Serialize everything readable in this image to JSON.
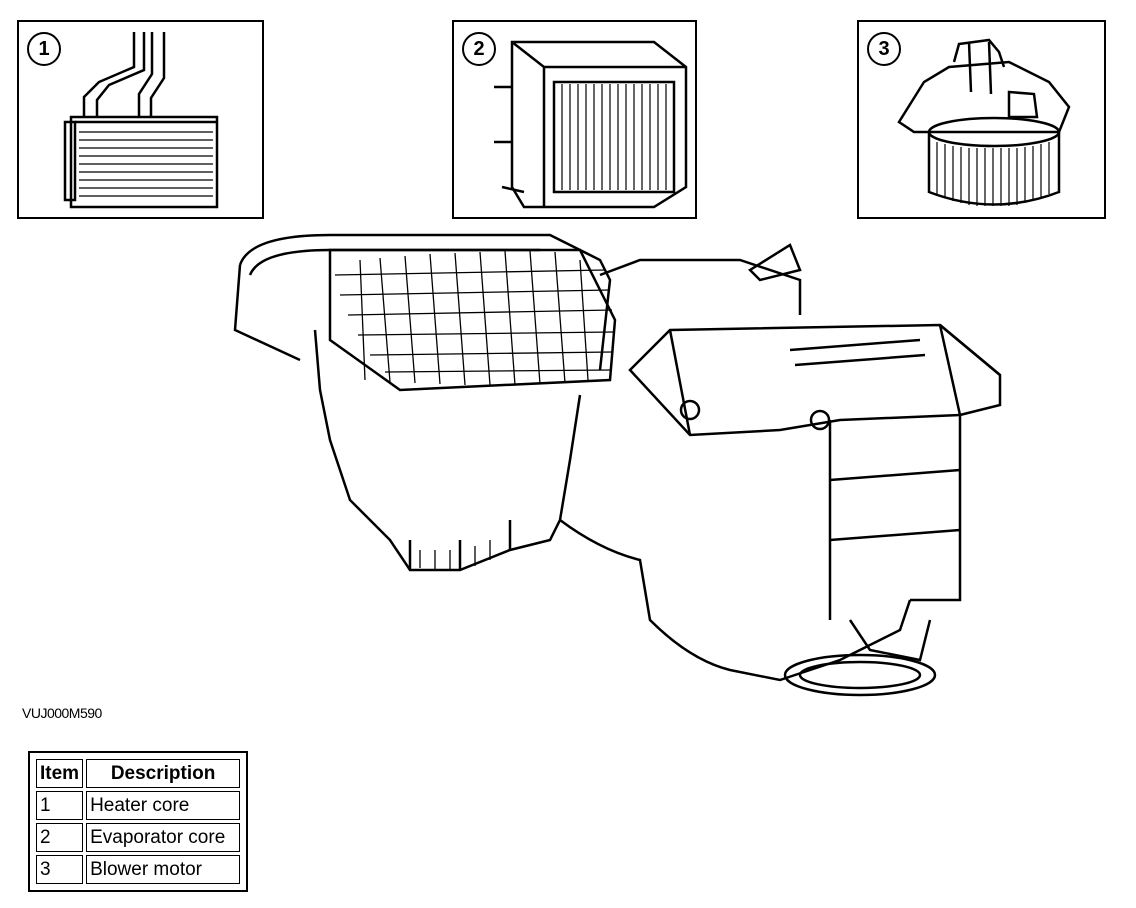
{
  "figure_code": "VUJ000M590",
  "callouts": [
    "1",
    "2",
    "3"
  ],
  "legend": {
    "headers": {
      "item": "Item",
      "description": "Description"
    },
    "rows": [
      {
        "item": "1",
        "description": "Heater core"
      },
      {
        "item": "2",
        "description": "Evaporator core"
      },
      {
        "item": "3",
        "description": "Blower motor"
      }
    ]
  },
  "colors": {
    "line": "#000000",
    "background": "#ffffff"
  }
}
